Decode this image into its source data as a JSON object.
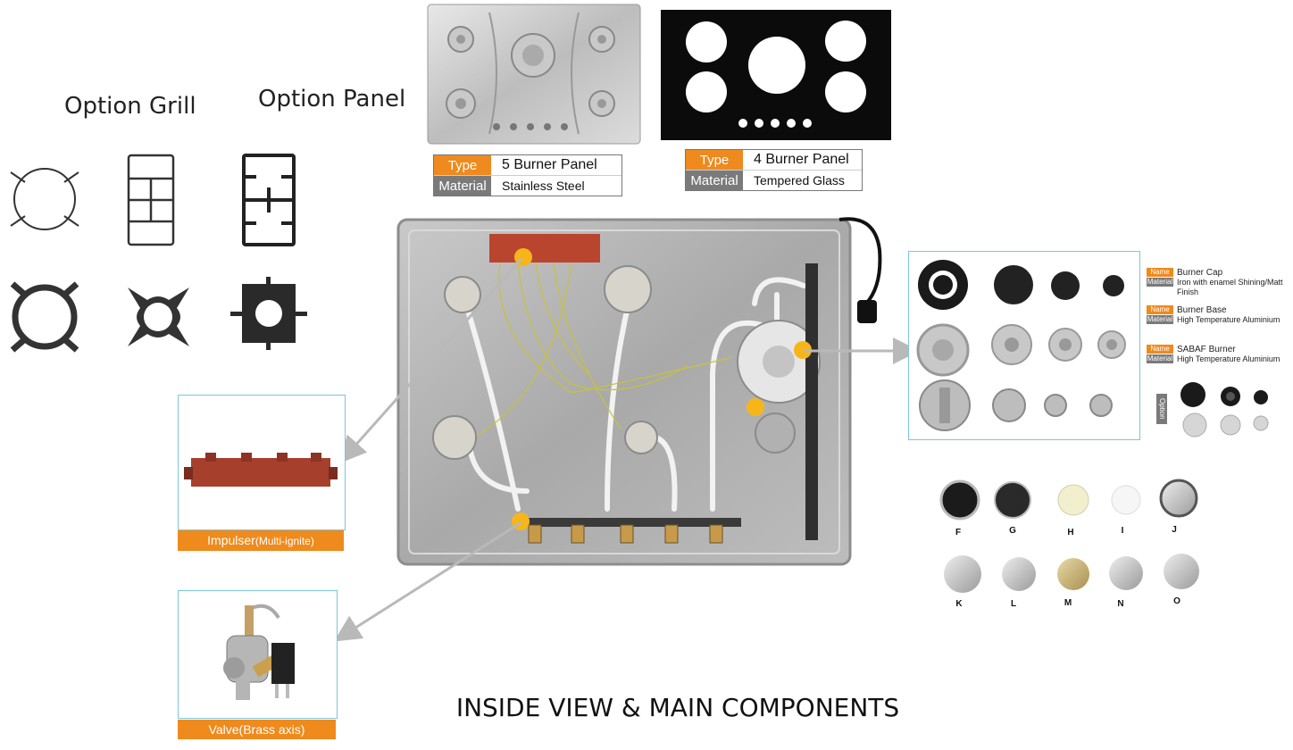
{
  "headings": {
    "grill": "Option Grill",
    "panel": "Option Panel"
  },
  "panels": [
    {
      "type_label": "Type",
      "type_value": "5 Burner Panel",
      "material_label": "Material",
      "material_value": "Stainless Steel"
    },
    {
      "type_label": "Type",
      "type_value": "4 Burner Panel",
      "material_label": "Material",
      "material_value": "Tempered Glass"
    }
  ],
  "callouts": {
    "impulser_main": "Impulser",
    "impulser_sub": "(Multi-ignite)",
    "valve": "Valve(Brass axis)"
  },
  "burner_legend": [
    {
      "name_tag": "Name",
      "name": "Burner Cap",
      "material_tag": "Material",
      "material": "Iron with enamel Shining/Matt Finish"
    },
    {
      "name_tag": "Name",
      "name": "Burner Base",
      "material_tag": "Material",
      "material": "High Temperature Aluminium"
    },
    {
      "name_tag": "Name",
      "name": "SABAF Burner",
      "material_tag": "Material",
      "material": "High Temperature Aluminium"
    }
  ],
  "option_label": "Option",
  "knob_labels": [
    "F",
    "G",
    "H",
    "I",
    "J",
    "K",
    "L",
    "M",
    "N",
    "O"
  ],
  "footer_title": "INSIDE VIEW & MAIN COMPONENTS",
  "colors": {
    "accent_orange": "#ee8a1e",
    "tag_gray": "#7a7a7a",
    "frame_blue": "#7cc6dd",
    "marker_yellow": "#f6b61a"
  }
}
